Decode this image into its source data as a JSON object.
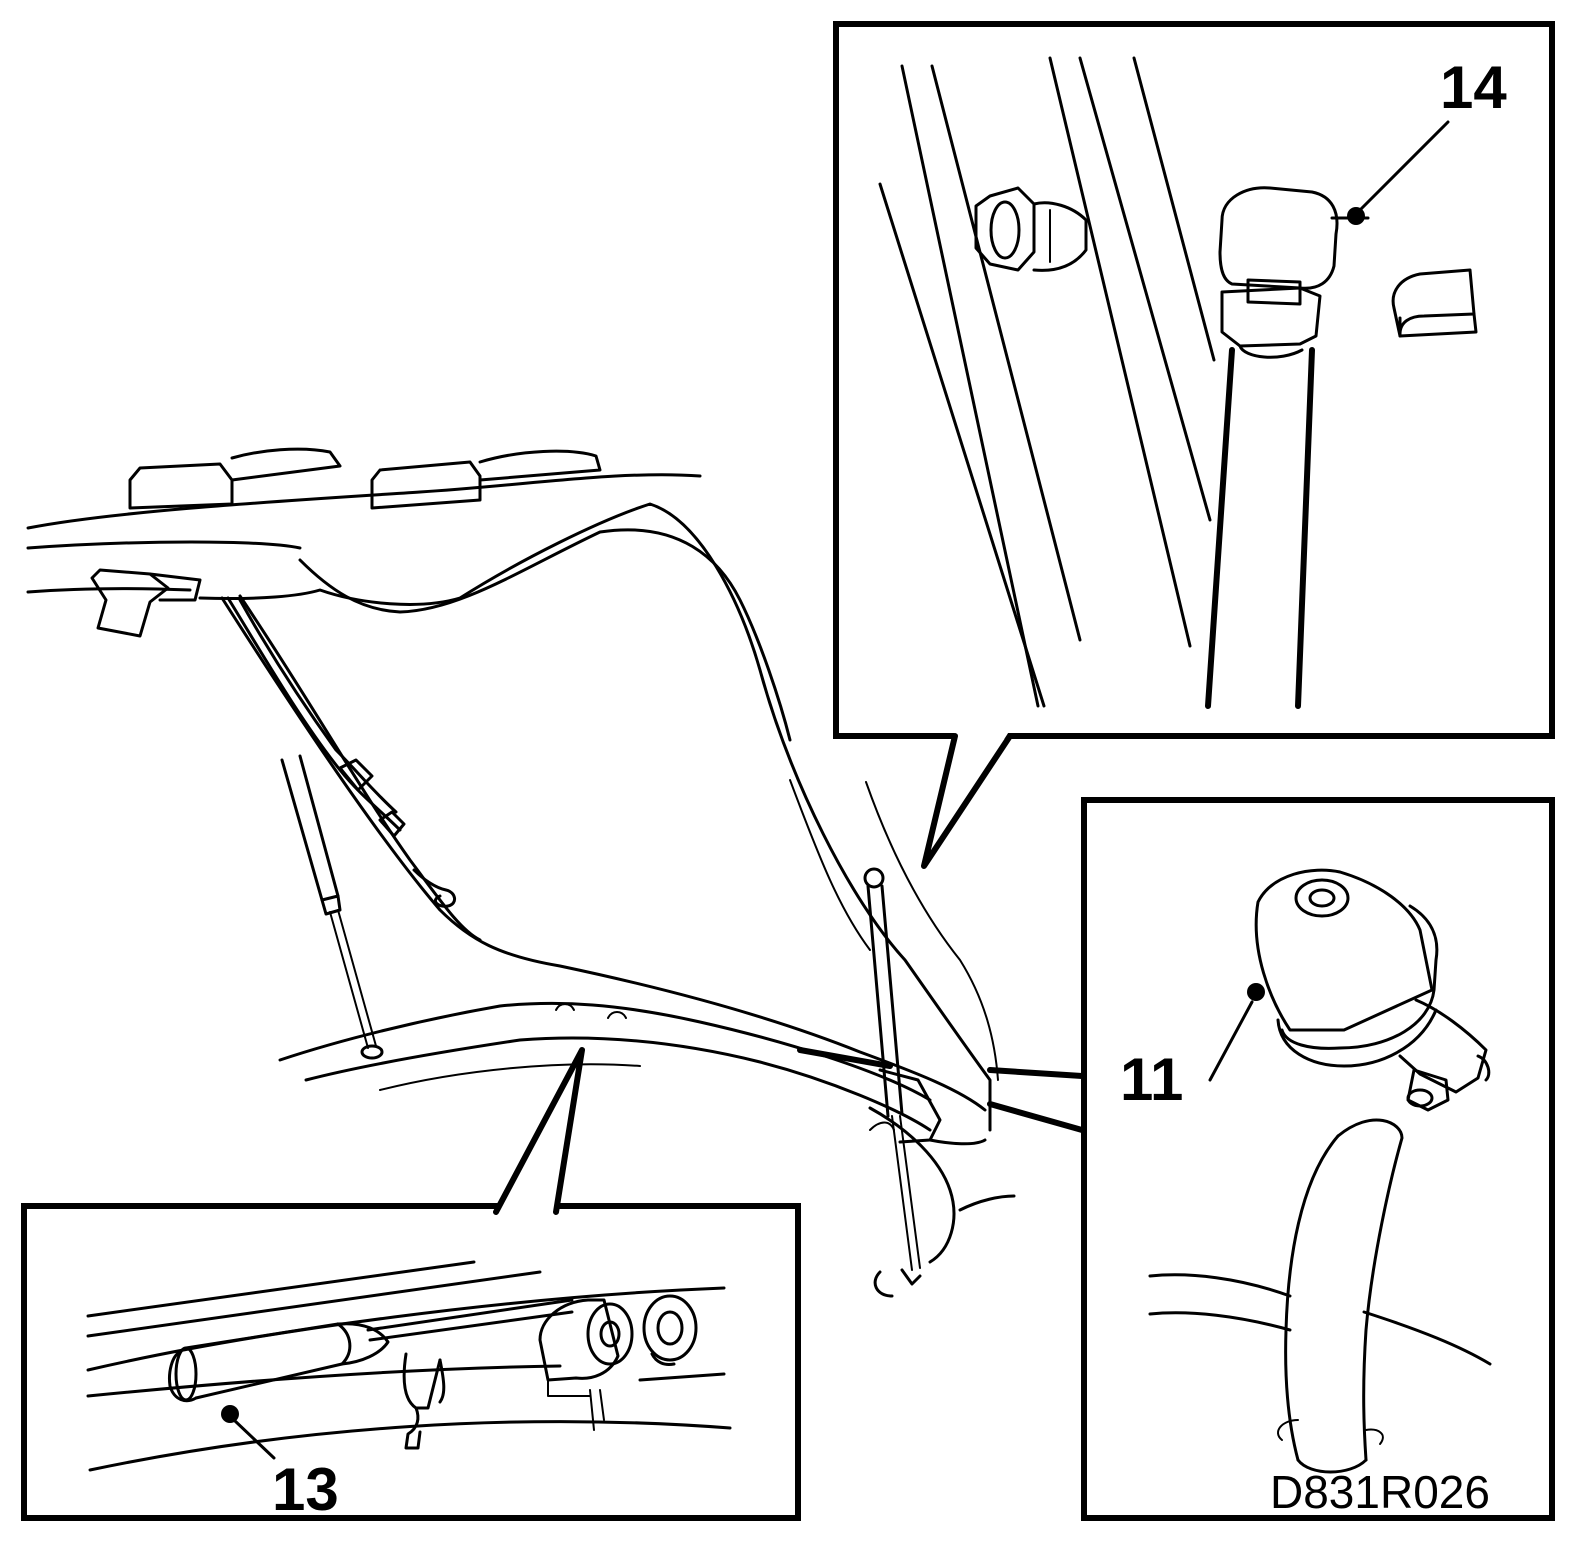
{
  "callouts": {
    "part_14": "14",
    "part_11": "11",
    "part_13": "13"
  },
  "figure_reference": "D831R026"
}
